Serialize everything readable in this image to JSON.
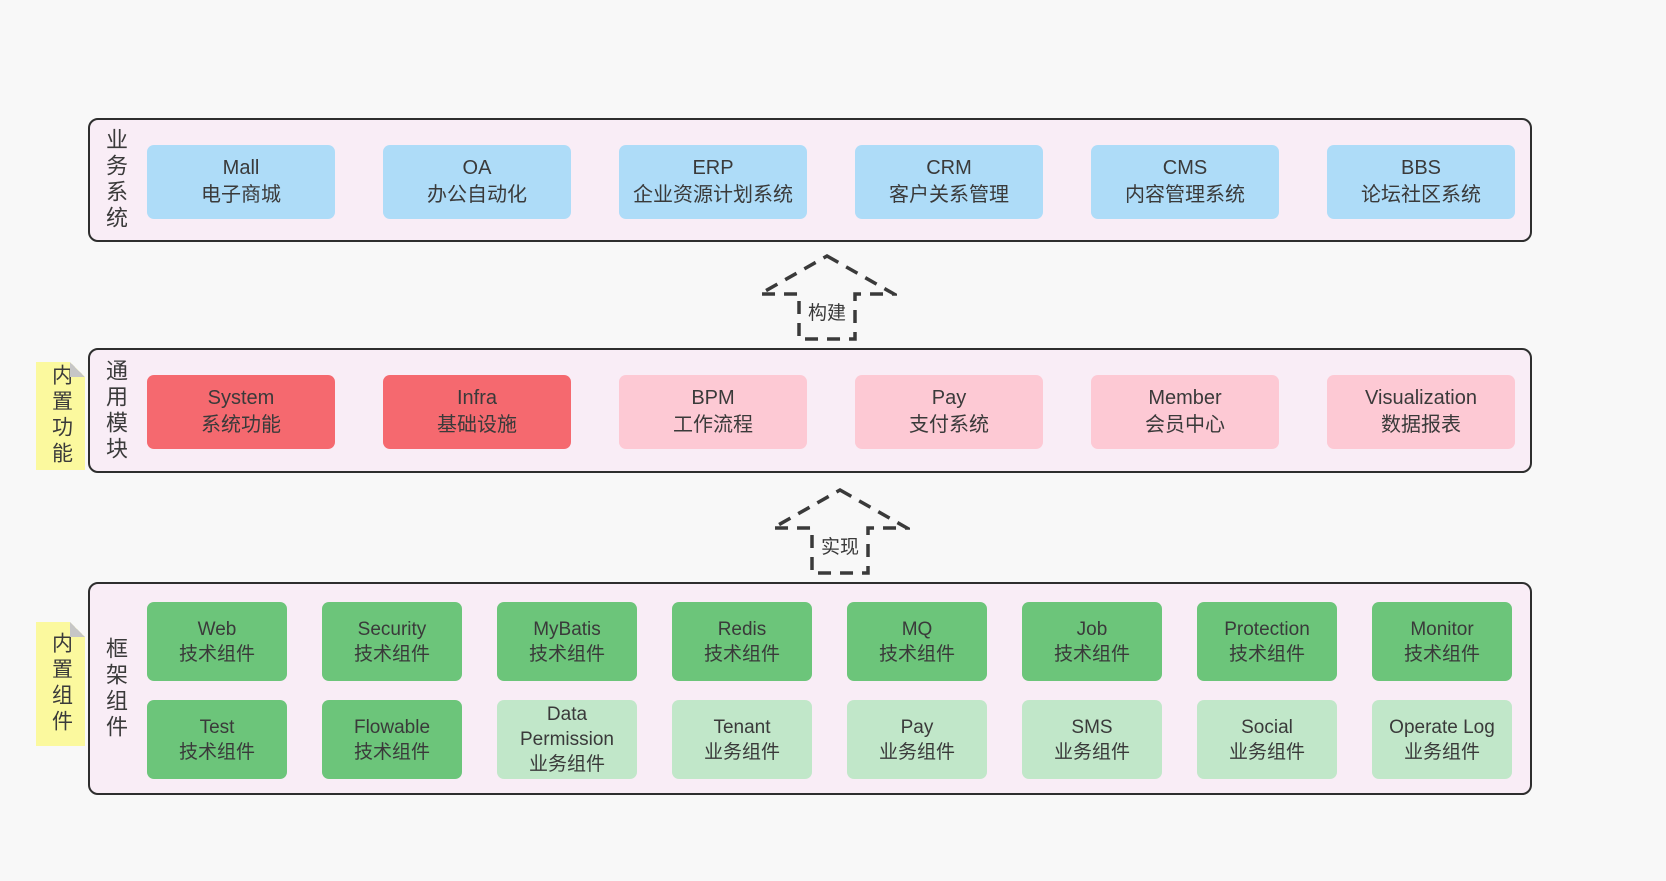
{
  "colors": {
    "page_bg": "#f8f8f8",
    "band_bg": "#f9edf6",
    "band_border": "#2e2e2e",
    "blue_box": "#aedcf8",
    "red_box": "#f5696f",
    "pink_box": "#fdc9d4",
    "green_box": "#6cc57a",
    "light_green_box": "#c1e7c9",
    "note_bg": "#fbf99e"
  },
  "arrows": [
    {
      "label": "构建"
    },
    {
      "label": "实现"
    }
  ],
  "bands": [
    {
      "id": "business-systems",
      "label": "业务系统",
      "boxes": [
        {
          "name": "Mall",
          "desc": "电子商城",
          "variant": "blue"
        },
        {
          "name": "OA",
          "desc": "办公自动化",
          "variant": "blue"
        },
        {
          "name": "ERP",
          "desc": "企业资源计划系统",
          "variant": "blue"
        },
        {
          "name": "CRM",
          "desc": "客户关系管理",
          "variant": "blue"
        },
        {
          "name": "CMS",
          "desc": "内容管理系统",
          "variant": "blue"
        },
        {
          "name": "BBS",
          "desc": "论坛社区系统",
          "variant": "blue"
        }
      ]
    },
    {
      "id": "common-modules",
      "label": "通用模块",
      "note": "内置功能",
      "boxes": [
        {
          "name": "System",
          "desc": "系统功能",
          "variant": "red"
        },
        {
          "name": "Infra",
          "desc": "基础设施",
          "variant": "red"
        },
        {
          "name": "BPM",
          "desc": "工作流程",
          "variant": "pink"
        },
        {
          "name": "Pay",
          "desc": "支付系统",
          "variant": "pink"
        },
        {
          "name": "Member",
          "desc": "会员中心",
          "variant": "pink"
        },
        {
          "name": "Visualization",
          "desc": "数据报表",
          "variant": "pink"
        }
      ]
    },
    {
      "id": "framework-components",
      "label": "框架组件",
      "note": "内置组件",
      "rows": [
        [
          {
            "name": "Web",
            "desc": "技术组件",
            "variant": "green"
          },
          {
            "name": "Security",
            "desc": "技术组件",
            "variant": "green"
          },
          {
            "name": "MyBatis",
            "desc": "技术组件",
            "variant": "green"
          },
          {
            "name": "Redis",
            "desc": "技术组件",
            "variant": "green"
          },
          {
            "name": "MQ",
            "desc": "技术组件",
            "variant": "green"
          },
          {
            "name": "Job",
            "desc": "技术组件",
            "variant": "green"
          },
          {
            "name": "Protection",
            "desc": "技术组件",
            "variant": "green"
          },
          {
            "name": "Monitor",
            "desc": "技术组件",
            "variant": "green"
          }
        ],
        [
          {
            "name": "Test",
            "desc": "技术组件",
            "variant": "green"
          },
          {
            "name": "Flowable",
            "desc": "技术组件",
            "variant": "green"
          },
          {
            "name": "Data Permission",
            "desc": "业务组件",
            "variant": "lightgreen"
          },
          {
            "name": "Tenant",
            "desc": "业务组件",
            "variant": "lightgreen"
          },
          {
            "name": "Pay",
            "desc": "业务组件",
            "variant": "lightgreen"
          },
          {
            "name": "SMS",
            "desc": "业务组件",
            "variant": "lightgreen"
          },
          {
            "name": "Social",
            "desc": "业务组件",
            "variant": "lightgreen"
          },
          {
            "name": "Operate Log",
            "desc": "业务组件",
            "variant": "lightgreen"
          }
        ]
      ]
    }
  ]
}
